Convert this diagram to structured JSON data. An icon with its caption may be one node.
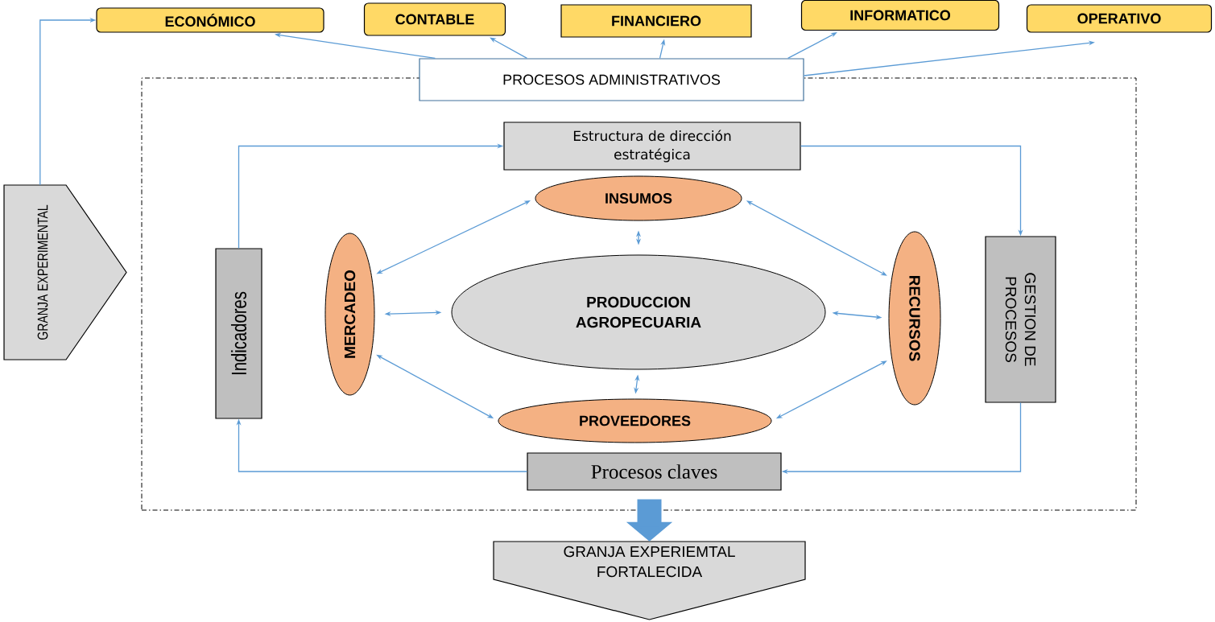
{
  "diagram": {
    "nodes": [
      {
        "text": [
          "ECONÓMICO"
        ]
      },
      {
        "text": [
          "CONTABLE"
        ]
      },
      {
        "text": [
          "FINANCIERO"
        ]
      },
      {
        "text": [
          "INFORMATICO"
        ]
      },
      {
        "text": [
          "OPERATIVO"
        ]
      },
      {
        "text": [
          "GRANJA EXPERIMENTAL"
        ]
      },
      {
        "text": [],
        "shape": "box"
      },
      {
        "text": [
          "PROCESOS ADMINISTRATIVOS"
        ]
      },
      {
        "text": [
          "Estructura de dirección estratégica"
        ],
        "in": 6
      },
      {
        "text": [
          "INSUMOS"
        ],
        "in": 6
      },
      {
        "text": [
          "Indicadores"
        ],
        "in": 6
      },
      {
        "text": [
          "MERCADEO"
        ],
        "in": 6
      },
      {
        "text": [
          "PRODUCCION AGROPECUARIA"
        ],
        "in": 6
      },
      {
        "text": [
          "RECURSOS"
        ],
        "in": 6
      },
      {
        "text": [
          "GESTION DE PROCESOS"
        ],
        "in": 6
      },
      {
        "text": [
          "PROVEEDORES"
        ],
        "in": 6
      },
      {
        "text": [
          "Procesos claves"
        ],
        "in": 6
      },
      {
        "text": [
          "GRANJA EXPERIEMTAL FORTALECIDA"
        ]
      }
    ],
    "edges": [
      {
        "from": 5,
        "to": 0,
        "arrow": "to"
      },
      {
        "from": 7,
        "to": 0,
        "arrow": "to"
      },
      {
        "from": 7,
        "to": 1,
        "arrow": "to"
      },
      {
        "from": 7,
        "to": 2,
        "arrow": "to"
      },
      {
        "from": 7,
        "to": 3,
        "arrow": "to"
      },
      {
        "from": 7,
        "to": 4,
        "arrow": "to"
      },
      {
        "from": 10,
        "to": 8,
        "arrow": "to"
      },
      {
        "from": 8,
        "to": 14,
        "arrow": "to"
      },
      {
        "from": 14,
        "to": 16,
        "arrow": "to"
      },
      {
        "from": 16,
        "to": 10,
        "arrow": "to"
      },
      {
        "from": 11,
        "to": 9,
        "arrow": "both"
      },
      {
        "from": 9,
        "to": 13,
        "arrow": "both"
      },
      {
        "from": 9,
        "to": 12,
        "arrow": "both"
      },
      {
        "from": 11,
        "to": 12,
        "arrow": "both"
      },
      {
        "from": 12,
        "to": 13,
        "arrow": "both"
      },
      {
        "from": 12,
        "to": 15,
        "arrow": "both"
      },
      {
        "from": 11,
        "to": 15,
        "arrow": "both"
      },
      {
        "from": 15,
        "to": 13,
        "arrow": "both"
      },
      {
        "from": 6,
        "to": 17,
        "arrow": "to",
        "style": "thick"
      }
    ]
  }
}
